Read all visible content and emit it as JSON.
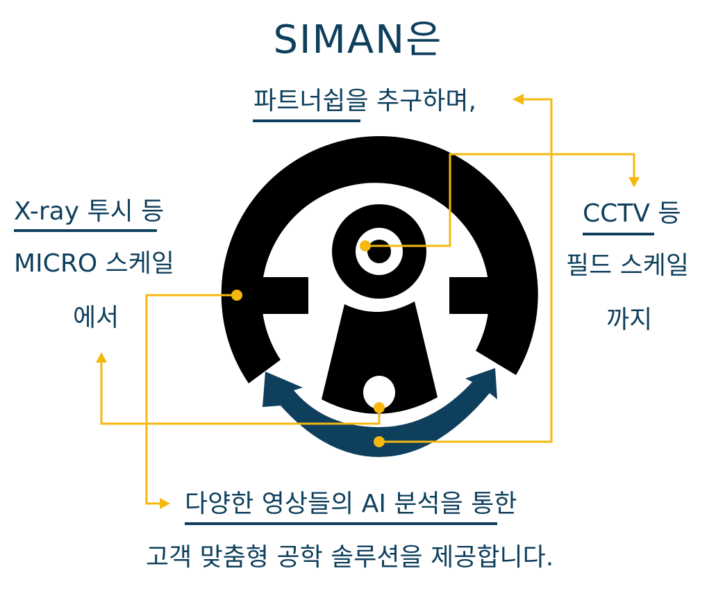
{
  "title": "SIMAN은",
  "subtitle": {
    "underlined": "파트너쉽",
    "rest": "을 추구하며,"
  },
  "left_label": {
    "line1_underlined": "X-ray 투시",
    "line1_rest": " 등",
    "line2": "MICRO 스케일",
    "line3": "에서"
  },
  "right_label": {
    "line1_underlined": "CCTV",
    "line1_rest": " 등",
    "line2": "필드 스케일",
    "line3": "까지"
  },
  "bottom_text": {
    "line1_underlined": "다양한 영상들의 AI 분석",
    "line1_rest": "을 통한",
    "line2": "고객 맞춤형 공학 솔루션을 제공합니다."
  },
  "colors": {
    "text": "#0e3f5c",
    "logo": "#000000",
    "arrow_arc": "#0e3f5c",
    "connector": "#f5b80f",
    "background": "#ffffff"
  },
  "icons": {
    "logo": "siman-logo-icon",
    "arc_arrow": "double-arrow-arc-icon",
    "connector": "connector-line-with-dot"
  }
}
